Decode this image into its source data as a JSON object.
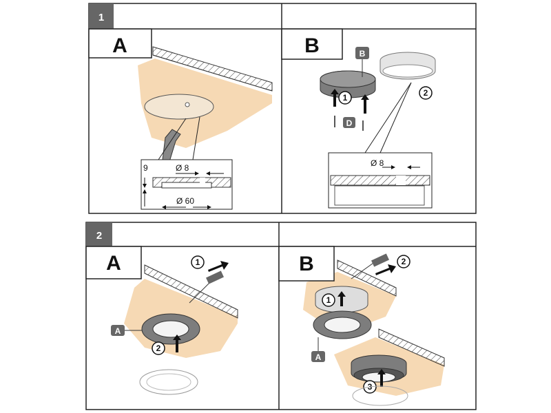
{
  "colors": {
    "wall": "#f6d9b4",
    "badge": "#666666",
    "ring": "#7d7d7d",
    "frame": "#222222"
  },
  "step1": {
    "number": "1",
    "panel_a": {
      "label": "A",
      "dim_height": "9",
      "dim_hole": "Ø 8",
      "dim_cutout": "Ø 60"
    },
    "panel_b": {
      "label": "B",
      "part_tag": "B",
      "screw_tag": "D",
      "callout_1": "1",
      "callout_2": "2",
      "dim_hole": "Ø 8"
    }
  },
  "step2": {
    "number": "2",
    "panel_a": {
      "label": "A",
      "part_tag": "A",
      "callout_1": "1",
      "callout_2": "2"
    },
    "panel_b": {
      "label": "B",
      "part_tag": "A",
      "callout_1": "1",
      "callout_2": "2",
      "callout_3": "3"
    }
  }
}
